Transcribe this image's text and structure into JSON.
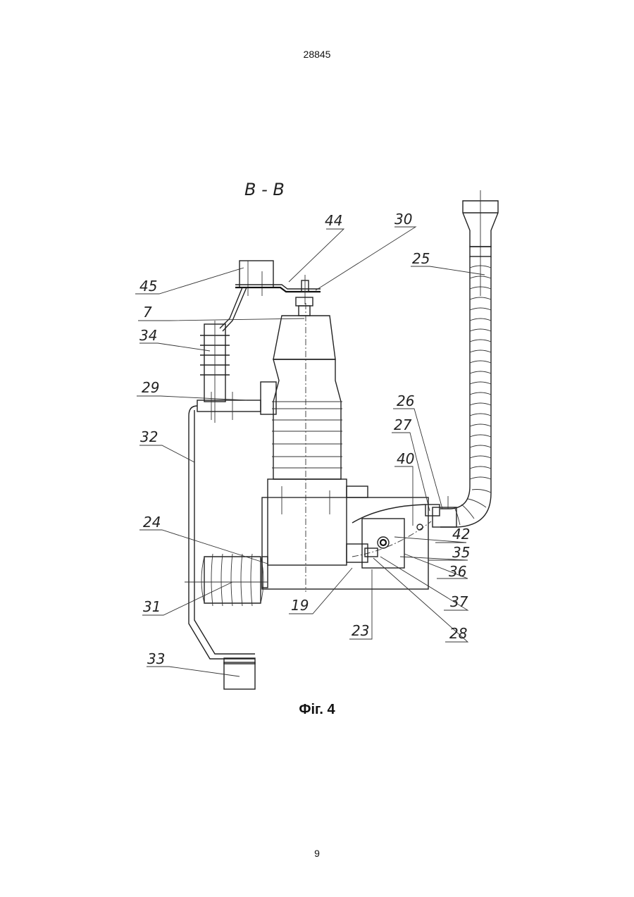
{
  "header": {
    "document_number": "28845"
  },
  "figure": {
    "section_label": "В - В",
    "caption": "Фіг. 4",
    "callouts": {
      "c44": "44",
      "c30": "30",
      "c25": "25",
      "c45": "45",
      "c7": "7",
      "c34": "34",
      "c29": "29",
      "c32": "32",
      "c26": "26",
      "c27": "27",
      "c40": "40",
      "c24": "24",
      "c42": "42",
      "c35": "35",
      "c36": "36",
      "c31": "31",
      "c19": "19",
      "c37": "37",
      "c23": "23",
      "c28": "28",
      "c33": "33"
    }
  },
  "footer": {
    "page_number": "9"
  }
}
